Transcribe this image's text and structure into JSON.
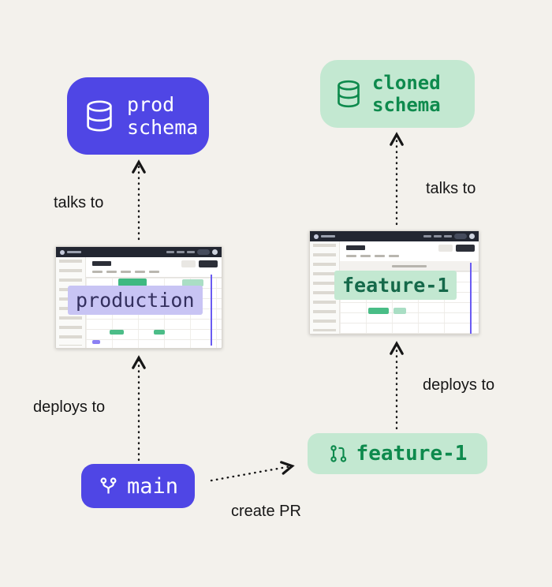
{
  "page": {
    "title": "branch deployment diagram"
  },
  "colors": {
    "page_bg": "#f3f1ec",
    "indigo": "#4f46e5",
    "green_bg": "#c3e8d1",
    "green_fg": "#0e8a4d",
    "green_dark": "#15694a",
    "lavender_bg": "#c8c4f4",
    "lavender_fg": "#332f5e",
    "arrow": "#161616"
  },
  "nodes": {
    "prod_schema": {
      "line1": "prod",
      "line2": "schema",
      "icon": "database-icon"
    },
    "cloned_schema": {
      "line1": "cloned",
      "line2": "schema",
      "icon": "database-icon"
    },
    "main_branch": {
      "label": "main",
      "icon": "git-branch-icon"
    },
    "feature_branch": {
      "label": "feature-1",
      "icon": "git-pull-request-icon"
    },
    "production_env": {
      "label": "production"
    },
    "feature_env": {
      "label": "feature-1"
    }
  },
  "edges": {
    "talks_to_left": {
      "label": "talks to"
    },
    "deploys_to_left": {
      "label": "deploys to"
    },
    "create_pr": {
      "label": "create PR"
    },
    "deploys_to_right": {
      "label": "deploys to"
    },
    "talks_to_right": {
      "label": "talks to"
    }
  }
}
